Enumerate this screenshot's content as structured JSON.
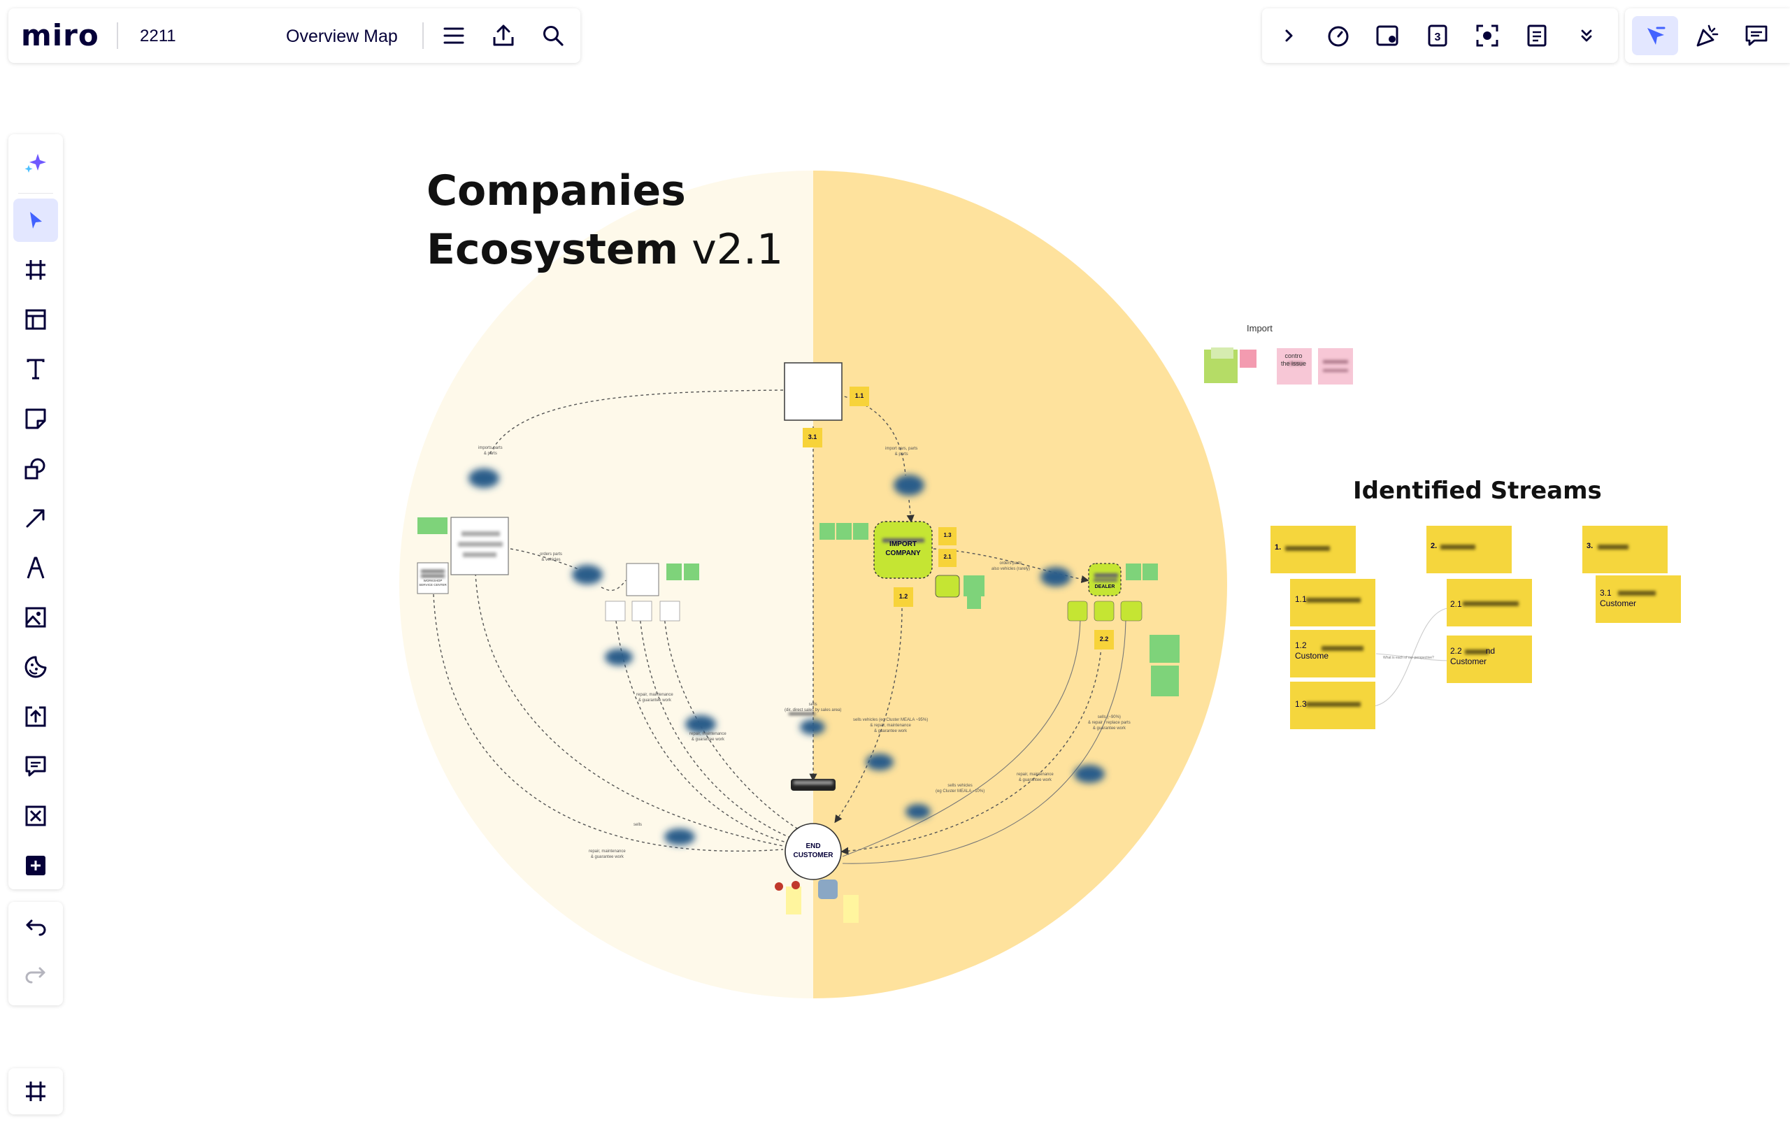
{
  "app": {
    "logo": "miro",
    "board_name": "2211",
    "view_name": "Overview Map"
  },
  "top_left_toolbar": {
    "icons": [
      "menu-icon",
      "upload-icon",
      "search-icon"
    ]
  },
  "top_right_toolbar": {
    "icons": [
      "chevron-right-icon",
      "timer-icon",
      "video-icon",
      "countdown-icon",
      "focus-icon",
      "notes-icon",
      "chevron-double-down-icon"
    ]
  },
  "collab_toolbar": {
    "icons": [
      "cursor-follow-icon",
      "celebrate-icon",
      "comments-icon"
    ]
  },
  "left_toolbar": {
    "tools": [
      "ai-sparkle-icon",
      "select-icon",
      "frame-icon",
      "templates-icon",
      "text-icon",
      "sticky-note-icon",
      "shapes-icon",
      "connector-icon",
      "pen-icon",
      "image-icon",
      "sticker-icon",
      "upload-icon",
      "comment-icon",
      "apps-icon",
      "more-apps-icon"
    ],
    "active": "select-icon",
    "history": [
      "undo-icon",
      "redo-icon"
    ],
    "bottom": [
      "frames-panel-icon"
    ]
  },
  "colors": {
    "accent": "#4262ff",
    "accent_bg": "#e3e7ff",
    "circle_left": "#fef9ea",
    "circle_right": "#fee29d",
    "sticky_yellow": "#f5d63d",
    "sticky_green": "#7ed37a",
    "sticky_pink": "#f7c7d6",
    "node_lime": "#c5e533",
    "label_yellow": "#f7d33a"
  },
  "board": {
    "title_line1": "Companies",
    "title_line2_bold": "Ecosystem",
    "title_line2_light": "v2.1",
    "nodes": {
      "importer": "IMPORT",
      "importer_line2": "COMPANY",
      "dealer": "DEALER",
      "end_customer_line1": "END",
      "end_customer_line2": "CUSTOMER",
      "service_center": "WORKSHOP SERVICE CENTER"
    },
    "labels": {
      "l11": "1.1",
      "l31": "3.1",
      "l12": "1.2",
      "l13": "1.3",
      "l21": "2.1",
      "l22": "2.2"
    },
    "annotations": {
      "a1": "imports parts",
      "a2": "& parts",
      "a3": "import cars, parts",
      "a4": "& parts",
      "a5": "orders parts",
      "a6": "& vehicles",
      "a7": "orders parts",
      "a8": "also vehicles (rarely)",
      "a9": "sells",
      "a10": "(dir. direct sales by sales area)",
      "a11": "sells vehicles (eg Cluster MEALA ~95%)",
      "a12": "& repair, maintenance",
      "a13": "& guarantee work",
      "a14": "repair, maintenance",
      "a15": "& guarantee work",
      "a16": "sells vehicles",
      "a17": "(eg Cluster MEALA ~10%)",
      "a18": "repair, maintenance",
      "a19": "& guarantee work",
      "a20": "sells",
      "a21": "repair, maintenance",
      "a22": "& guarantee work",
      "a23": "sells (~90%)",
      "a24": "& repair / replace parts",
      "a25": "& guarantee work",
      "a26": "repair, maintenance",
      "a27": "& guarantee work"
    },
    "side_cluster": {
      "label": "Import",
      "pink_note": "contro the issue"
    },
    "streams": {
      "heading": "Identified Streams",
      "col1_header": "1.",
      "col2_header": "2.",
      "col3_header": "3.",
      "s11": "1.1",
      "s12": "1.2",
      "s12_sub": "Custome",
      "s13": "1.3",
      "s21": "2.1",
      "s22": "2.2",
      "s22_tail": "nd",
      "s22_sub": "Customer",
      "s31": "3.1",
      "s31_sub": "Customer",
      "connector_note": "What is each of our perspective?"
    }
  }
}
